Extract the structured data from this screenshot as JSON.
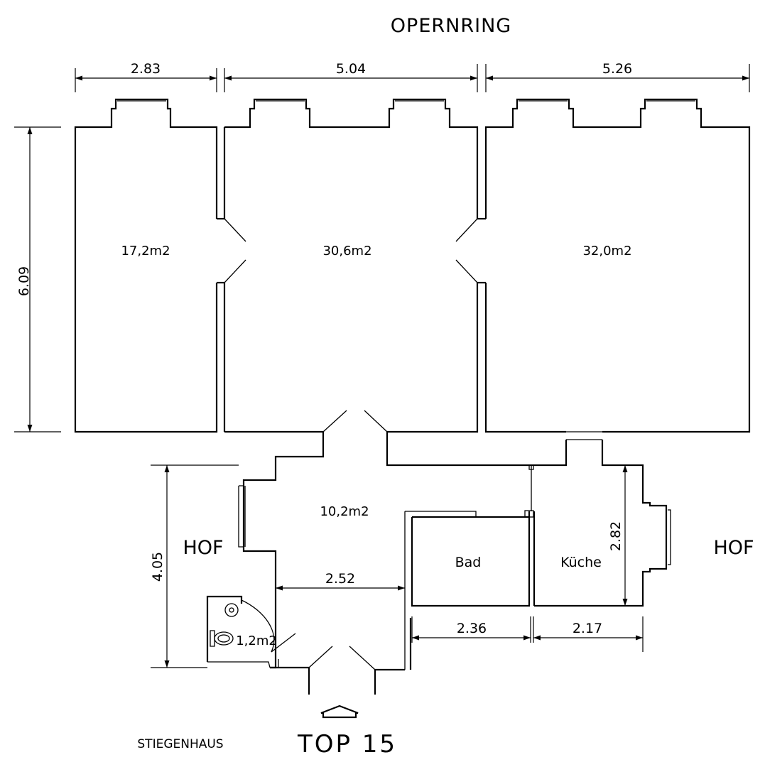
{
  "street": "OPERNRING",
  "dimensions": {
    "top_left": "2.83",
    "top_middle": "5.04",
    "top_right": "5.26",
    "left_height": "6.09",
    "lower_left_height": "4.05",
    "kitchen_height": "2.82",
    "corridor_width": "2.52",
    "bad_width": "2.36",
    "kueche_width": "2.17"
  },
  "rooms": {
    "room_left_area": "17,2m2",
    "room_middle_area": "30,6m2",
    "room_right_area": "32,0m2",
    "hall_area": "10,2m2",
    "wc_area": "1,2m2",
    "bad_label": "Bad",
    "kueche_label": "Küche"
  },
  "labels": {
    "hof_left": "HOF",
    "hof_right": "HOF",
    "staircase": "STIEGENHAUS",
    "unit": "TOP 15"
  }
}
